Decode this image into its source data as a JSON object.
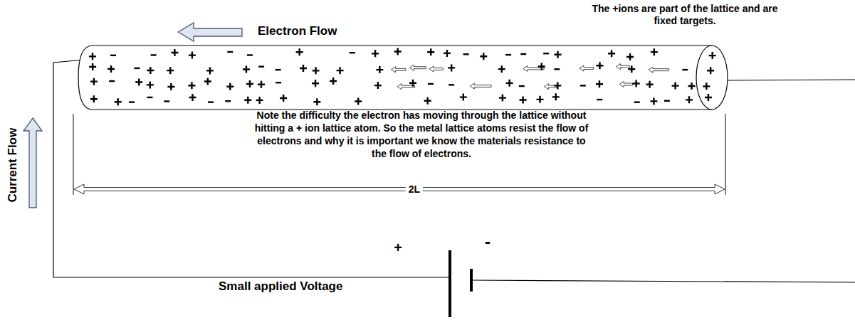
{
  "diagram": {
    "labels": [
      "Electron Flow",
      "The +ions are part of the lattice and are fixed targets.",
      "Note the difficulty the electron has moving through the lattice without hitting a + ion lattice atom. So the metal lattice atoms resist the flow of electrons and why it is important we know the materials resistance to the flow of electrons.",
      "2L",
      "Current Flow",
      "+",
      "-",
      "Small applied Voltage"
    ]
  }
}
